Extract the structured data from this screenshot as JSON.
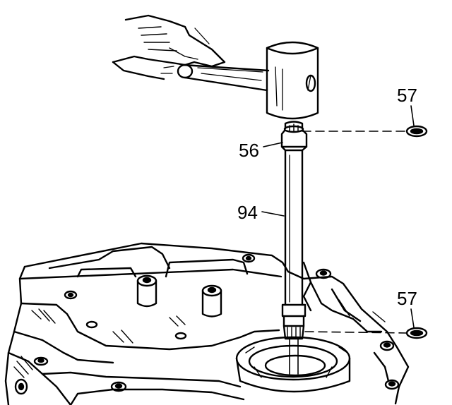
{
  "callouts": {
    "label_57_top": "57",
    "label_56": "56",
    "label_94": "94",
    "label_57_bottom": "57"
  },
  "colors": {
    "ink": "#000000",
    "paper": "#ffffff"
  }
}
